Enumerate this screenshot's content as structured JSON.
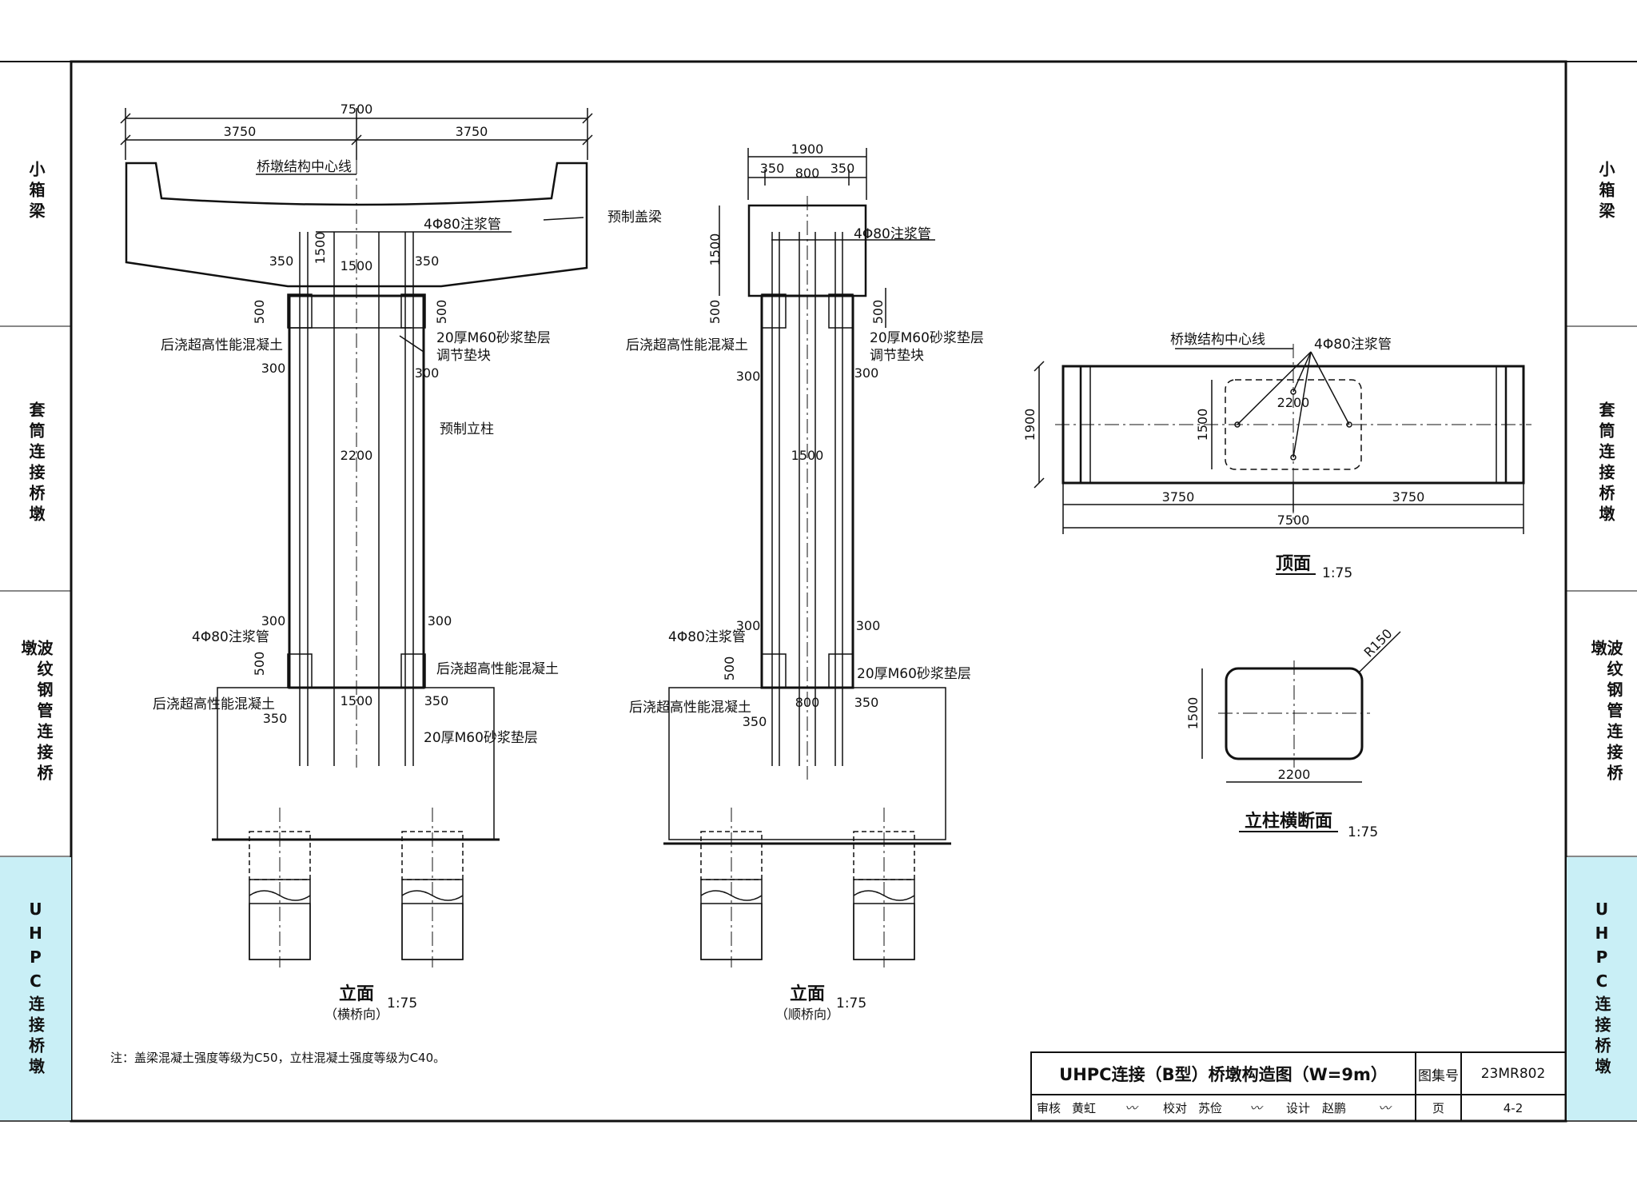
{
  "side_tabs": [
    "小箱梁",
    "套筒连接桥墩",
    "波纹钢管连接桥墩",
    "UHPC连接桥墩"
  ],
  "note": "注：盖梁混凝土强度等级为C50，立柱混凝土强度等级为C40。",
  "left_view": {
    "title": "立面",
    "subtitle": "（横桥向）",
    "scale": "1:75",
    "dims": {
      "total": "7500",
      "half_l": "3750",
      "half_r": "3750",
      "beam_h": "1500",
      "d350a": "350",
      "d1500a": "1500",
      "d350b": "350",
      "d500a": "500",
      "d500b": "500",
      "d300a": "300",
      "d300b": "300",
      "col_w": "2200",
      "d300c": "300",
      "d300d": "300",
      "d500c": "500",
      "d1500b": "1500",
      "d350c": "350",
      "d350d": "350"
    },
    "labels": {
      "centerline": "桥墩结构中心线",
      "grout": "4Φ80注浆管",
      "cap": "预制盖梁",
      "pour_top": "后浇超高性能混凝土",
      "mortar_top": "20厚M60砂浆垫层",
      "pad": "调节垫块",
      "column": "预制立柱",
      "grout_bot": "4Φ80注浆管",
      "pour_bot_r": "后浇超高性能混凝土",
      "pour_bot_l": "后浇超高性能混凝土",
      "mortar_bot": "20厚M60砂浆垫层"
    }
  },
  "mid_view": {
    "title": "立面",
    "subtitle": "（顺桥向）",
    "scale": "1:75",
    "dims": {
      "total": "1900",
      "d350a": "350",
      "d800a": "800",
      "d350b": "350",
      "beam_h": "1500",
      "d500a": "500",
      "d500b": "500",
      "d300a": "300",
      "d300b": "300",
      "col_w": "1500",
      "d300c": "300",
      "d300d": "300",
      "d500c": "500",
      "d800b": "800",
      "d350c": "350",
      "d350d": "350"
    },
    "labels": {
      "grout": "4Φ80注浆管",
      "pour_top": "后浇超高性能混凝土",
      "mortar_top": "20厚M60砂浆垫层",
      "pad": "调节垫块",
      "grout_bot": "4Φ80注浆管",
      "mortar_bot": "20厚M60砂浆垫层",
      "pour_bot": "后浇超高性能混凝土"
    }
  },
  "top_view": {
    "title": "顶面",
    "scale": "1:75",
    "labels": {
      "centerline": "桥墩结构中心线",
      "grout": "4Φ80注浆管"
    },
    "dims": {
      "width": "1900",
      "inner_h": "1500",
      "inner_w": "2200",
      "half_l": "3750",
      "half_r": "3750",
      "total": "7500"
    }
  },
  "section_view": {
    "title": "立柱横断面",
    "scale": "1:75",
    "dims": {
      "radius": "R150",
      "h": "1500",
      "w": "2200"
    }
  },
  "title_block": {
    "title": "UHPC连接（B型）桥墩构造图（W=9m）",
    "atlas_label": "图集号",
    "atlas_no": "23MR802",
    "review_label": "审核",
    "reviewer": "黄虹",
    "check_label": "校对",
    "checker": "苏俭",
    "design_label": "设计",
    "designer": "赵鹏",
    "page_label": "页",
    "page_no": "4-2"
  }
}
